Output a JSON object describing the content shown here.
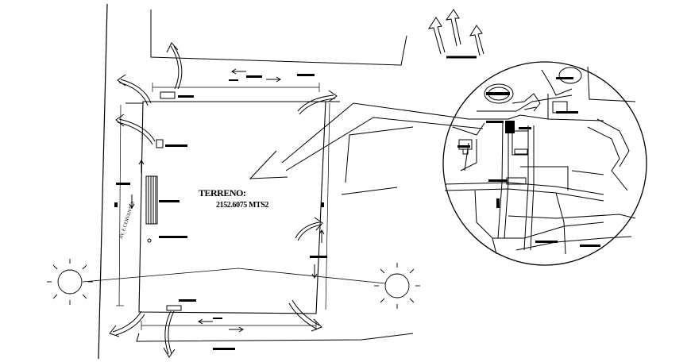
{
  "lot": {
    "title": "TERRENO:",
    "area": "2152.6075 MTS2"
  },
  "street_name": "AV. E.CERVANTES",
  "colors": {
    "line": "#000000",
    "background": "#ffffff"
  }
}
